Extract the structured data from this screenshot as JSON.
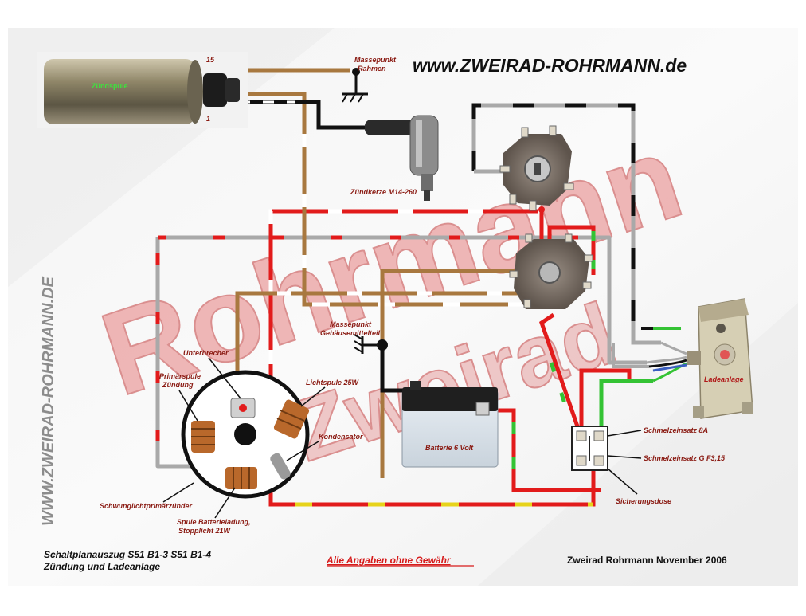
{
  "website_header": "www.ZWEIRAD-ROHRMANN.de",
  "website_vertical": "WWW.ZWEIRAD-ROHRMANN.DE",
  "watermark_line1": "Rohrmann",
  "watermark_line2": "Zweirad",
  "labels": {
    "zuendspule": "Zündspule",
    "terminal_15": "15",
    "terminal_1": "1",
    "massepunkt_rahmen_1": "Massepunkt",
    "massepunkt_rahmen_2": "Rahmen",
    "zuendkerze": "Zündkerze M14-260",
    "massepunkt_gehaeuse_1": "Massepunkt",
    "massepunkt_gehaeuse_2": "Gehäusemittelteil",
    "unterbrecher": "Unterbrecher",
    "primaerspule_1": "Primärspule",
    "primaerspule_2": "Zündung",
    "lichtspule": "Lichtspule 25W",
    "kondensator": "Kondensator",
    "batterie": "Batterie 6 Volt",
    "ladeanlage": "Ladeanlage",
    "schmelzeinsatz_8a": "Schmelzeinsatz 8A",
    "schmelzeinsatz_g": "Schmelzeinsatz G  F3,15",
    "sicherungsdose": "Sicherungsdose",
    "schwunglicht": "Schwunglichtprimärzünder",
    "spule_batt_1": "Spule Batterieladung,",
    "spule_batt_2": "Stopplicht 21W"
  },
  "footer": {
    "left_line1": "Schaltplanauszug S51 B1-3   S51 B1-4",
    "left_line2": "Zündung und Ladeanlage",
    "center": "Alle Angaben ohne Gewähr",
    "right": "Zweirad Rohrmann November 2006"
  },
  "colors": {
    "red": "#e21b1b",
    "brown": "#a8783f",
    "grey": "#a9a9a9",
    "black": "#111111",
    "green": "#34c334",
    "yellow": "#e7d31a",
    "watermark": "#e68080",
    "label": "#8a1a12"
  }
}
